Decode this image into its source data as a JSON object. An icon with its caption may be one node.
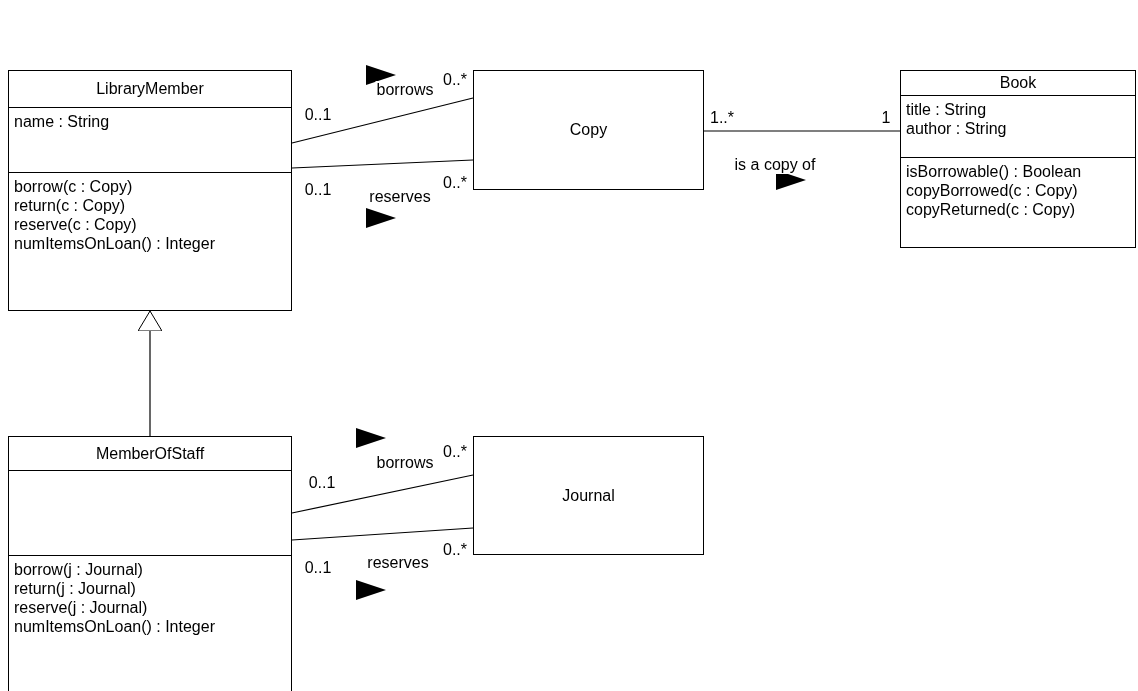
{
  "diagram": {
    "nodes": [
      {
        "text": [
          "LibraryMember",
          "name : String",
          "borrow(c : Copy)",
          "return(c : Copy)",
          "reserve(c : Copy)",
          "numItemsOnLoan() : Integer"
        ]
      },
      {
        "text": [
          "Copy"
        ]
      },
      {
        "text": [
          "Book",
          "title : String",
          "author : String",
          "isBorrowable() : Boolean",
          "copyBorrowed(c : Copy)",
          "copyReturned(c : Copy)"
        ]
      },
      {
        "text": [
          "MemberOfStaff",
          "borrow(j : Journal)",
          "return(j : Journal)",
          "reserve(j : Journal)",
          "numItemsOnLoan() : Integer"
        ]
      },
      {
        "text": [
          "Journal"
        ]
      }
    ],
    "edges": [
      {
        "from": 0,
        "to": 1,
        "arrow": "none",
        "label": "borrows"
      },
      {
        "from": 0,
        "to": 1,
        "arrow": "none",
        "label": "reserves"
      },
      {
        "from": 1,
        "to": 2,
        "arrow": "none",
        "label": "is a copy of"
      },
      {
        "from": 3,
        "to": 0,
        "arrow": "to"
      },
      {
        "from": 3,
        "to": 4,
        "arrow": "none",
        "label": "borrows"
      },
      {
        "from": 3,
        "to": 4,
        "arrow": "none",
        "label": "reserves"
      }
    ],
    "labels": [
      "0..*",
      "0..1",
      "1..*",
      "1",
      "0..*",
      "0..1",
      "0..*",
      "0..1",
      "0..*",
      "0..1"
    ]
  }
}
